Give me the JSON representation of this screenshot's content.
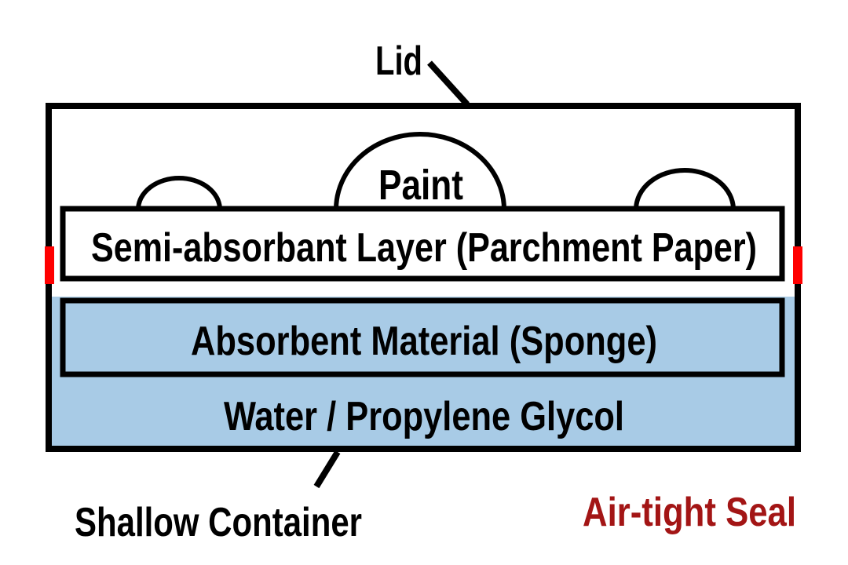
{
  "diagram": {
    "labels": {
      "lid": "Lid",
      "paint": "Paint",
      "semi_absorbant_layer": "Semi-absorbant Layer (Parchment Paper)",
      "absorbent_material": "Absorbent Material (Sponge)",
      "liquid": "Water / Propylene Glycol",
      "container": "Shallow Container",
      "seal": "Air-tight Seal"
    },
    "colors": {
      "outline": "#000000",
      "liquid_fill": "#a8cbe6",
      "seal": "#ff0000",
      "seal_text": "#a31515",
      "paper_fill": "#ffffff"
    }
  }
}
